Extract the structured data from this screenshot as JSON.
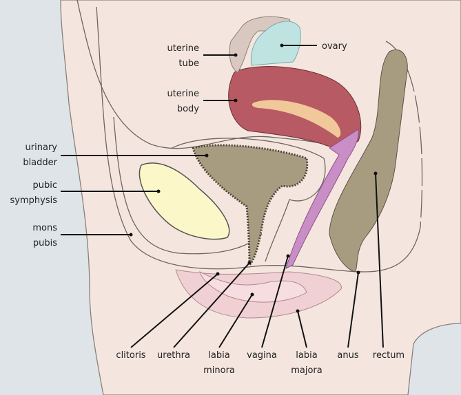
{
  "colors": {
    "background": "#dfe4e8",
    "skin": "#f4e6de",
    "uterus": "#b75a63",
    "uterine_cavity": "#f0c89a",
    "ovary": "#bfe3e1",
    "uterine_tube": "#d8c8bf",
    "bladder": "#a89c80",
    "pubic_symphysis": "#fbf7c9",
    "vagina": "#c98ec6",
    "rectum": "#a89c80",
    "labia": "#f1d0d4"
  },
  "labels": {
    "uterine_tube": [
      "uterine",
      "tube"
    ],
    "ovary": [
      "ovary"
    ],
    "uterine_body": [
      "uterine",
      "body"
    ],
    "urinary_bladder": [
      "urinary",
      "bladder"
    ],
    "pubic_symphysis": [
      "pubic",
      "symphysis"
    ],
    "mons_pubis": [
      "mons",
      "pubis"
    ],
    "clitoris": [
      "clitoris"
    ],
    "urethra": [
      "urethra"
    ],
    "labia_minora": [
      "labia",
      "minora"
    ],
    "vagina": [
      "vagina"
    ],
    "labia_majora": [
      "labia",
      "majora"
    ],
    "anus": [
      "anus"
    ],
    "rectum": [
      "rectum"
    ]
  }
}
